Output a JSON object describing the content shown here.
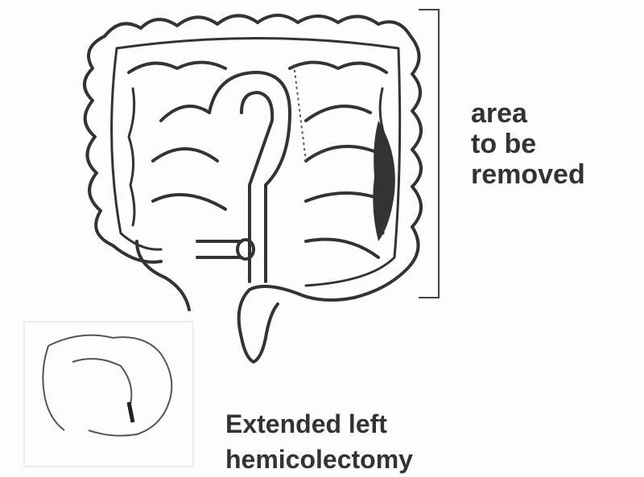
{
  "labels": {
    "area_line1": "area",
    "area_line2": "to be",
    "area_line3": "removed",
    "caption_line1": "Extended left",
    "caption_line2": "hemicolectomy"
  },
  "colors": {
    "ink": "#333333",
    "paper": "#fdfdfd",
    "ghost_text": "#e6e6e6"
  }
}
